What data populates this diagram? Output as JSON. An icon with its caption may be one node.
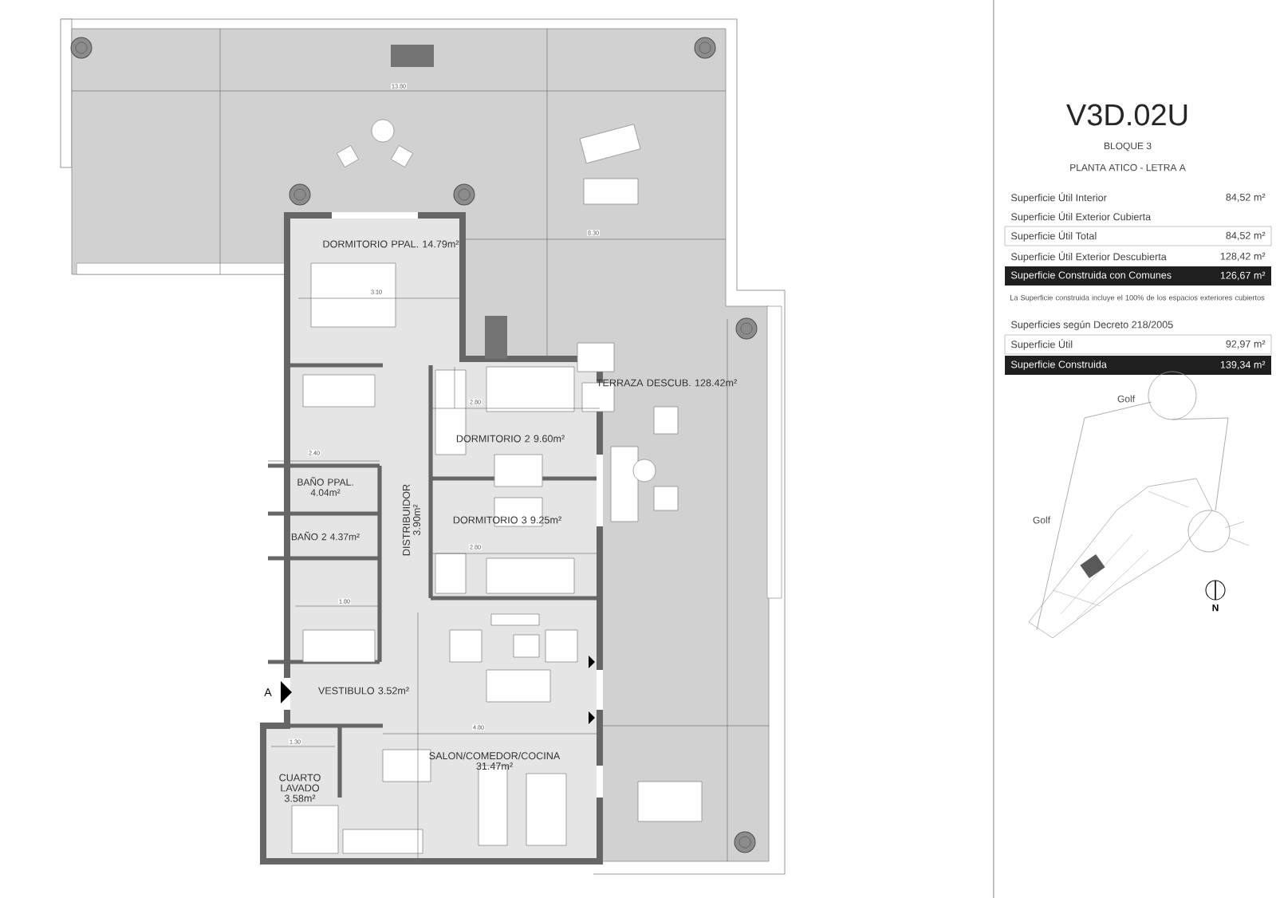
{
  "diagram": {
    "title": "V3D.02U",
    "labels": [
      "13.80",
      "8.30",
      "DORMITORIO PPAL. 14.79m²",
      "3.10",
      "2.80",
      "DORMITORIO 2 9.60m²",
      "TERRAZA DESCUB. 128.42m²",
      "2.40",
      "BAÑO PPAL. 4.04m²",
      "DISTRIBUIDOR 3.90m²",
      "DORMITORIO 3 9.25m²",
      "BAÑO 2 4.37m²",
      "2.80",
      "1.80",
      "A",
      "VESTIBULO 3.52m²",
      "4.80",
      "1.30",
      "SALON/COMEDOR/COCINA 31.47m²",
      "CUARTO LAVADO 3.58m²",
      "BLOQUE 3",
      "PLANTA ATICO - LETRA A",
      "Superficie Útil Interior",
      "84,52 m²",
      "Superficie Útil Exterior Cubierta",
      "Superficie Útil Total",
      "84,52 m²",
      "Superficie Útil Exterior Descubierta",
      "128,42 m²",
      "Superficie Construida con Comunes",
      "126,67 m²",
      "La Superficie construida incluye el 100% de los espacios exteriores cubiertos",
      "Superficies según Decreto 218/2005",
      "Superficie Útil",
      "92,97 m²",
      "Superficie Construida",
      "139,34 m²",
      "Golf",
      "Golf",
      "N"
    ]
  }
}
